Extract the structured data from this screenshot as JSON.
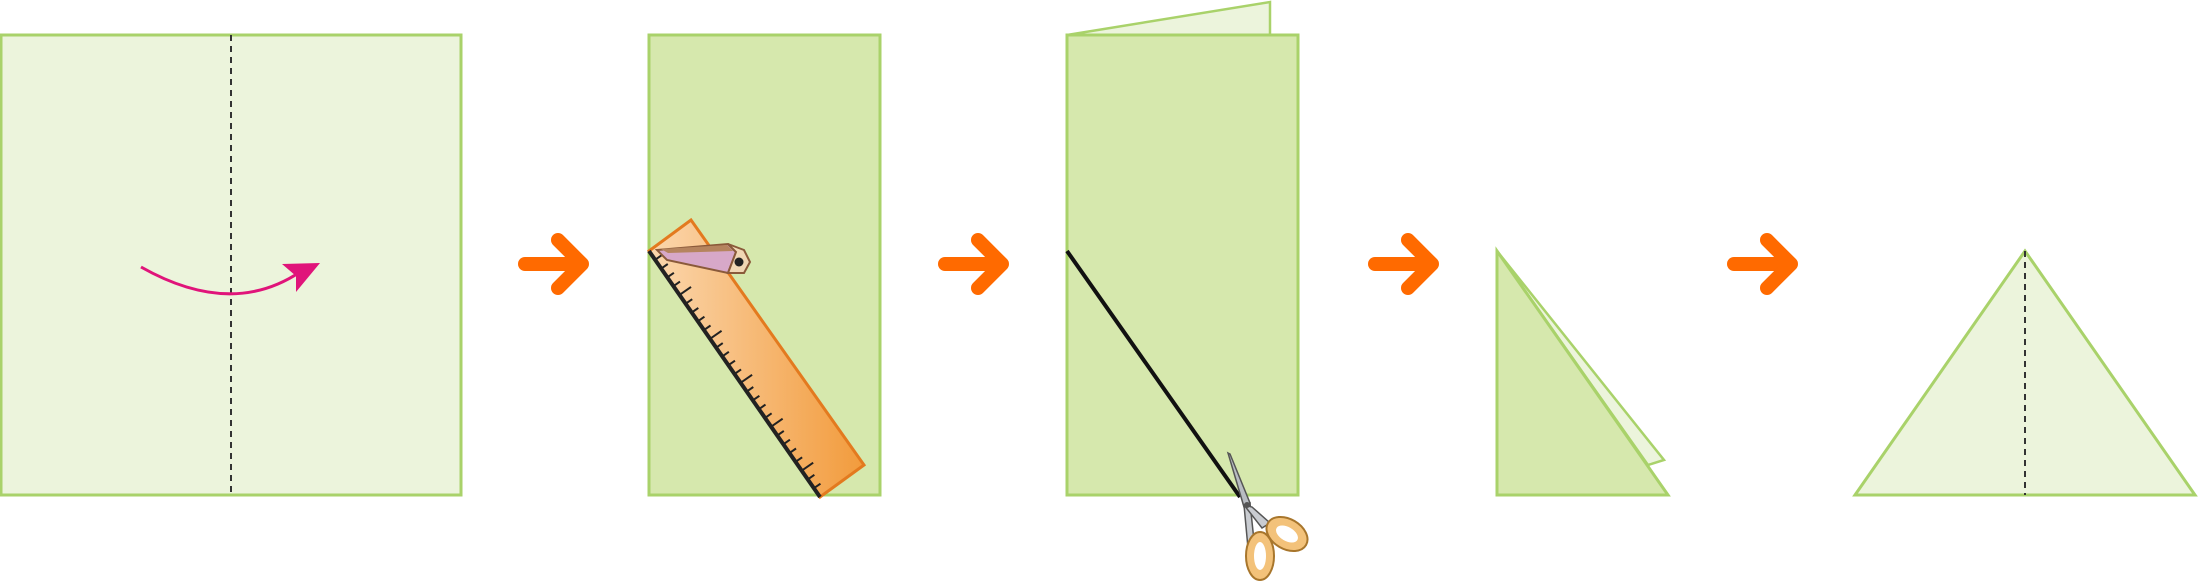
{
  "colors": {
    "sheet_light": "#ecf4dc",
    "sheet_mid": "#d6e8ad",
    "sheet_stroke": "#a9d26a",
    "fold_line": "#333333",
    "curve_arrow": "#e0147a",
    "step_arrow": "#ff6a00",
    "ruler_light": "#fbd7ae",
    "ruler_dark": "#f29b3c",
    "ruler_stroke": "#e37a1f",
    "ruler_ticks": "#222222",
    "pencil_body": "#d7a8c8",
    "cut_line": "#111111",
    "scissor_blade": "#b8bcc2",
    "scissor_handle": "#f3c27a"
  },
  "steps": [
    {
      "id": "step-1",
      "name": "unfolded-sheet"
    },
    {
      "id": "step-2",
      "name": "folded-sheet-with-ruler"
    },
    {
      "id": "step-3",
      "name": "folded-sheet-cutting"
    },
    {
      "id": "step-4",
      "name": "cut-triangle"
    },
    {
      "id": "step-5",
      "name": "unfolded-triangle"
    }
  ],
  "icons": [
    "curved-arrow-icon",
    "arrow-right-icon",
    "ruler-icon",
    "pencil-icon",
    "scissors-icon"
  ]
}
